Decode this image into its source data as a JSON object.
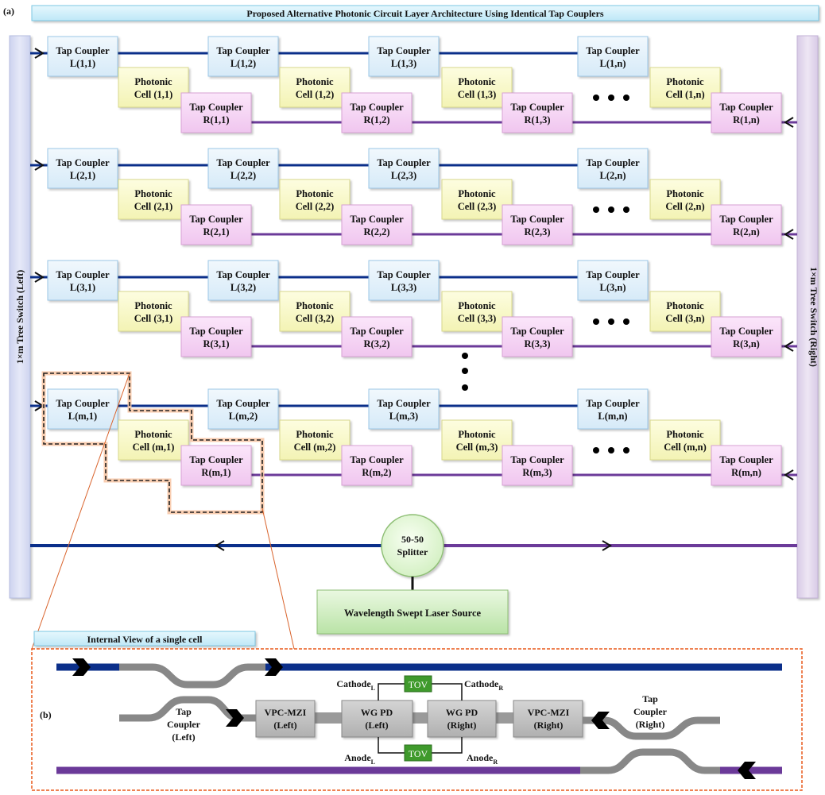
{
  "panel_a_label": "(a)",
  "panel_b_label": "(b)",
  "title": "Proposed Alternative Photonic Circuit Layer Architecture Using Identical Tap Couplers",
  "left_switch_label": "1×m Tree Switch (Left)",
  "right_switch_label": "1×m Tree Switch (Right)",
  "rows": [
    {
      "left_couplers": [
        [
          "Tap Coupler",
          "L(1,1)"
        ],
        [
          "Tap Coupler",
          "L(1,2)"
        ],
        [
          "Tap Coupler",
          "L(1,3)"
        ],
        [
          "Tap Coupler",
          "L(1,n)"
        ]
      ],
      "cells": [
        [
          "Photonic",
          "Cell (1,1)"
        ],
        [
          "Photonic",
          "Cell (1,2)"
        ],
        [
          "Photonic",
          "Cell (1,3)"
        ],
        [
          "Photonic",
          "Cell (1,n)"
        ]
      ],
      "right_couplers": [
        [
          "Tap Coupler",
          "R(1,1)"
        ],
        [
          "Tap Coupler",
          "R(1,2)"
        ],
        [
          "Tap Coupler",
          "R(1,3)"
        ],
        [
          "Tap Coupler",
          "R(1,n)"
        ]
      ]
    },
    {
      "left_couplers": [
        [
          "Tap Coupler",
          "L(2,1)"
        ],
        [
          "Tap Coupler",
          "L(2,2)"
        ],
        [
          "Tap Coupler",
          "L(2,3)"
        ],
        [
          "Tap Coupler",
          "L(2,n)"
        ]
      ],
      "cells": [
        [
          "Photonic",
          "Cell (2,1)"
        ],
        [
          "Photonic",
          "Cell (2,2)"
        ],
        [
          "Photonic",
          "Cell (2,3)"
        ],
        [
          "Photonic",
          "Cell (2,n)"
        ]
      ],
      "right_couplers": [
        [
          "Tap Coupler",
          "R(2,1)"
        ],
        [
          "Tap Coupler",
          "R(2,2)"
        ],
        [
          "Tap Coupler",
          "R(2,3)"
        ],
        [
          "Tap Coupler",
          "R(2,n)"
        ]
      ]
    },
    {
      "left_couplers": [
        [
          "Tap Coupler",
          "L(3,1)"
        ],
        [
          "Tap Coupler",
          "L(3,2)"
        ],
        [
          "Tap Coupler",
          "L(3,3)"
        ],
        [
          "Tap Coupler",
          "L(3,n)"
        ]
      ],
      "cells": [
        [
          "Photonic",
          "Cell (3,1)"
        ],
        [
          "Photonic",
          "Cell (3,2)"
        ],
        [
          "Photonic",
          "Cell (3,3)"
        ],
        [
          "Photonic",
          "Cell (3,n)"
        ]
      ],
      "right_couplers": [
        [
          "Tap Coupler",
          "R(3,1)"
        ],
        [
          "Tap Coupler",
          "R(3,2)"
        ],
        [
          "Tap Coupler",
          "R(3,3)"
        ],
        [
          "Tap Coupler",
          "R(3,n)"
        ]
      ]
    },
    {
      "left_couplers": [
        [
          "Tap Coupler",
          "L(m,1)"
        ],
        [
          "Tap Coupler",
          "L(m,2)"
        ],
        [
          "Tap Coupler",
          "L(m,3)"
        ],
        [
          "Tap Coupler",
          "L(m,n)"
        ]
      ],
      "cells": [
        [
          "Photonic",
          "Cell (m,1)"
        ],
        [
          "Photonic",
          "Cell (m,2)"
        ],
        [
          "Photonic",
          "Cell (m,3)"
        ],
        [
          "Photonic",
          "Cell (m,n)"
        ]
      ],
      "right_couplers": [
        [
          "Tap Coupler",
          "R(m,1)"
        ],
        [
          "Tap Coupler",
          "R(m,2)"
        ],
        [
          "Tap Coupler",
          "R(m,3)"
        ],
        [
          "Tap Coupler",
          "R(m,n)"
        ]
      ]
    }
  ],
  "splitter": [
    "50-50",
    "Splitter"
  ],
  "laser_source": "Wavelength Swept Laser Source",
  "internal_view_title": "Internal View of a single cell",
  "cell_detail": {
    "tap_coupler_left": [
      "Tap",
      "Coupler",
      "(Left)"
    ],
    "tap_coupler_right": [
      "Tap",
      "Coupler",
      "(Right)"
    ],
    "vpc_mzi_left": [
      "VPC-MZI",
      "(Left)"
    ],
    "vpc_mzi_right": [
      "VPC-MZI",
      "(Right)"
    ],
    "wg_pd_left": [
      "WG PD",
      "(Left)"
    ],
    "wg_pd_right": [
      "WG PD",
      "(Right)"
    ],
    "tov": "TOV",
    "cathode": "Cathode",
    "anode": "Anode",
    "sub_left": "L",
    "sub_right": "R"
  },
  "colors": {
    "blue_waveguide": "#0b2f8a",
    "purple_waveguide": "#6b3a99",
    "left_coupler_fill": "#e3f1fb",
    "right_coupler_fill": "#f7d9f5",
    "cell_fill": "#fafac8",
    "title_bar_fill": "#cdeffb",
    "switch_left_fill": "#dfe3f5",
    "switch_right_fill": "#e6dcef",
    "highlight_orange": "#e8581a",
    "tov_fill": "#3f9a2c",
    "gray_component": "#c4c4c4",
    "splitter_fill": "#e9f8de",
    "laser_fill": "#d2efc4"
  }
}
